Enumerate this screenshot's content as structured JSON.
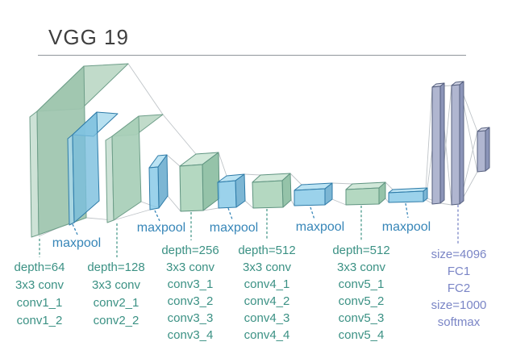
{
  "title": "VGG 19",
  "maxpool_labels": [
    "maxpool",
    "maxpool",
    "maxpool",
    "maxpool",
    "maxpool"
  ],
  "conv_groups": [
    {
      "name": "conv-block-1",
      "lines": [
        "depth=64",
        "3x3 conv",
        "conv1_1",
        "conv1_2"
      ]
    },
    {
      "name": "conv-block-2",
      "lines": [
        "depth=128",
        "3x3 conv",
        "conv2_1",
        "conv2_2"
      ]
    },
    {
      "name": "conv-block-3",
      "lines": [
        "depth=256",
        "3x3 conv",
        "conv3_1",
        "conv3_2",
        "conv3_3",
        "conv3_4"
      ]
    },
    {
      "name": "conv-block-4",
      "lines": [
        "depth=512",
        "3x3 conv",
        "conv4_1",
        "conv4_2",
        "conv4_3",
        "conv4_4"
      ]
    },
    {
      "name": "conv-block-5",
      "lines": [
        "depth=512",
        "3x3 conv",
        "conv5_1",
        "conv5_2",
        "conv5_3",
        "conv5_4"
      ]
    }
  ],
  "fc_group": {
    "name": "fully-connected-block",
    "lines": [
      "size=4096",
      "FC1",
      "FC2",
      "size=1000",
      "softmax"
    ]
  },
  "colors": {
    "title_text": "#3f3f3f",
    "conv_label_text": "#3b9184",
    "maxpool_label_text": "#3786b8",
    "fc_label_text": "#7a85c6",
    "conv_block_green": "#9ec5ae",
    "maxpool_block_blue": "#79bedd",
    "fc_block_purple": "#b0b6d0",
    "connector_gray": "#bfc4c8"
  }
}
